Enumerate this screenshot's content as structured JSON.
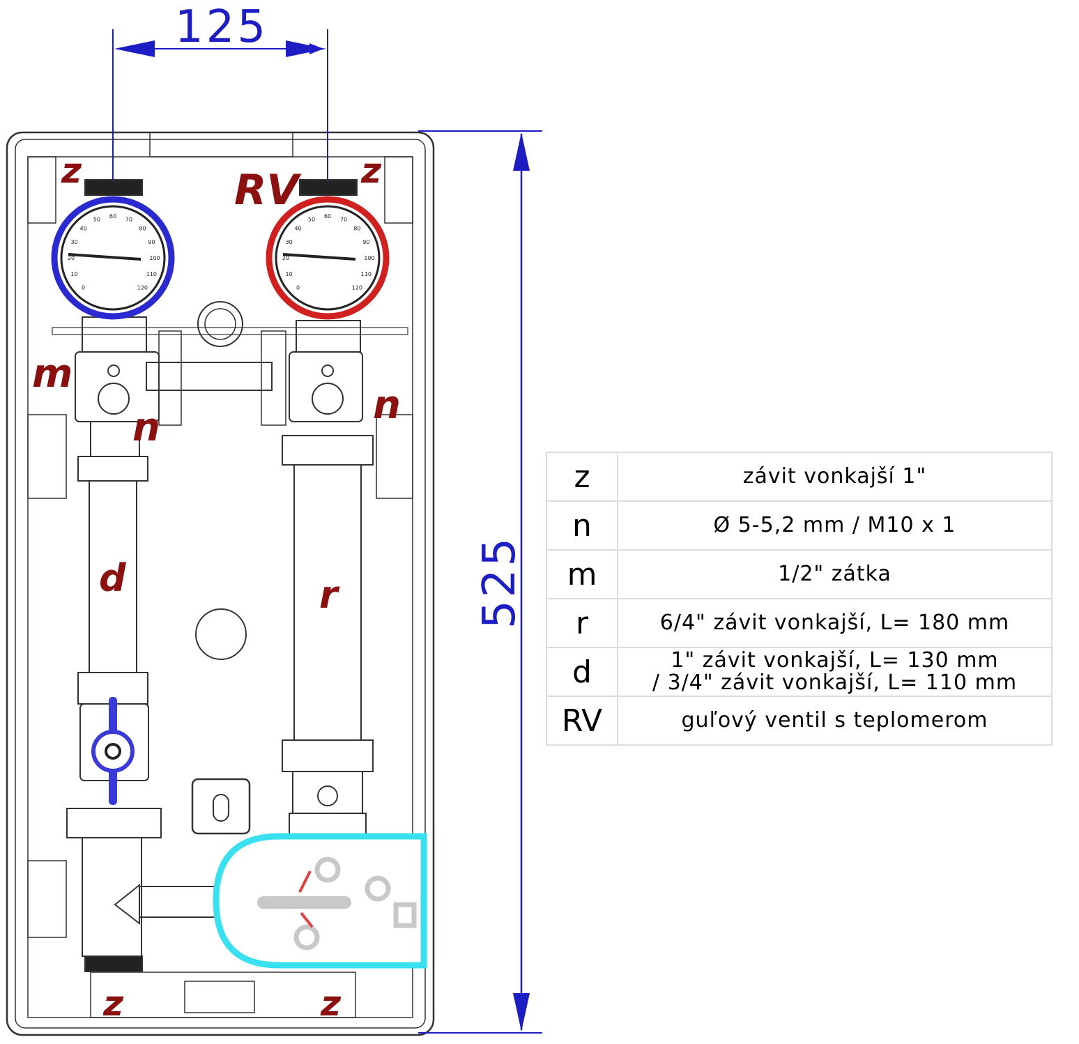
{
  "dimensions": {
    "width_label": "125",
    "height_label": "525"
  },
  "labels": {
    "z": "z",
    "rv": "RV",
    "m": "m",
    "n": "n",
    "d": "d",
    "r": "r"
  },
  "gauge_scale": [
    "0",
    "10",
    "20",
    "30",
    "40",
    "50",
    "60",
    "70",
    "80",
    "90",
    "100",
    "110",
    "120"
  ],
  "colors": {
    "dimension": "#1d1dc4",
    "label": "#8b1010",
    "supply_ring": "#2a2ad0",
    "return_ring": "#d02020",
    "pump_cover": "#38e0f0"
  },
  "legend": {
    "rows": [
      {
        "code": "z",
        "lines": [
          "závit vonkajší 1\""
        ]
      },
      {
        "code": "n",
        "lines": [
          "Ø 5-5,2 mm / M10 x 1"
        ]
      },
      {
        "code": "m",
        "lines": [
          "1/2\" zátka"
        ]
      },
      {
        "code": "r",
        "lines": [
          "6/4\" závit vonkajší, L= 180 mm"
        ]
      },
      {
        "code": "d",
        "lines": [
          "1\" závit vonkajší, L= 130 mm",
          "/ 3/4\" závit vonkajší, L= 110 mm"
        ]
      },
      {
        "code": "RV",
        "lines": [
          "guľový ventil s teplomerom"
        ]
      }
    ]
  }
}
